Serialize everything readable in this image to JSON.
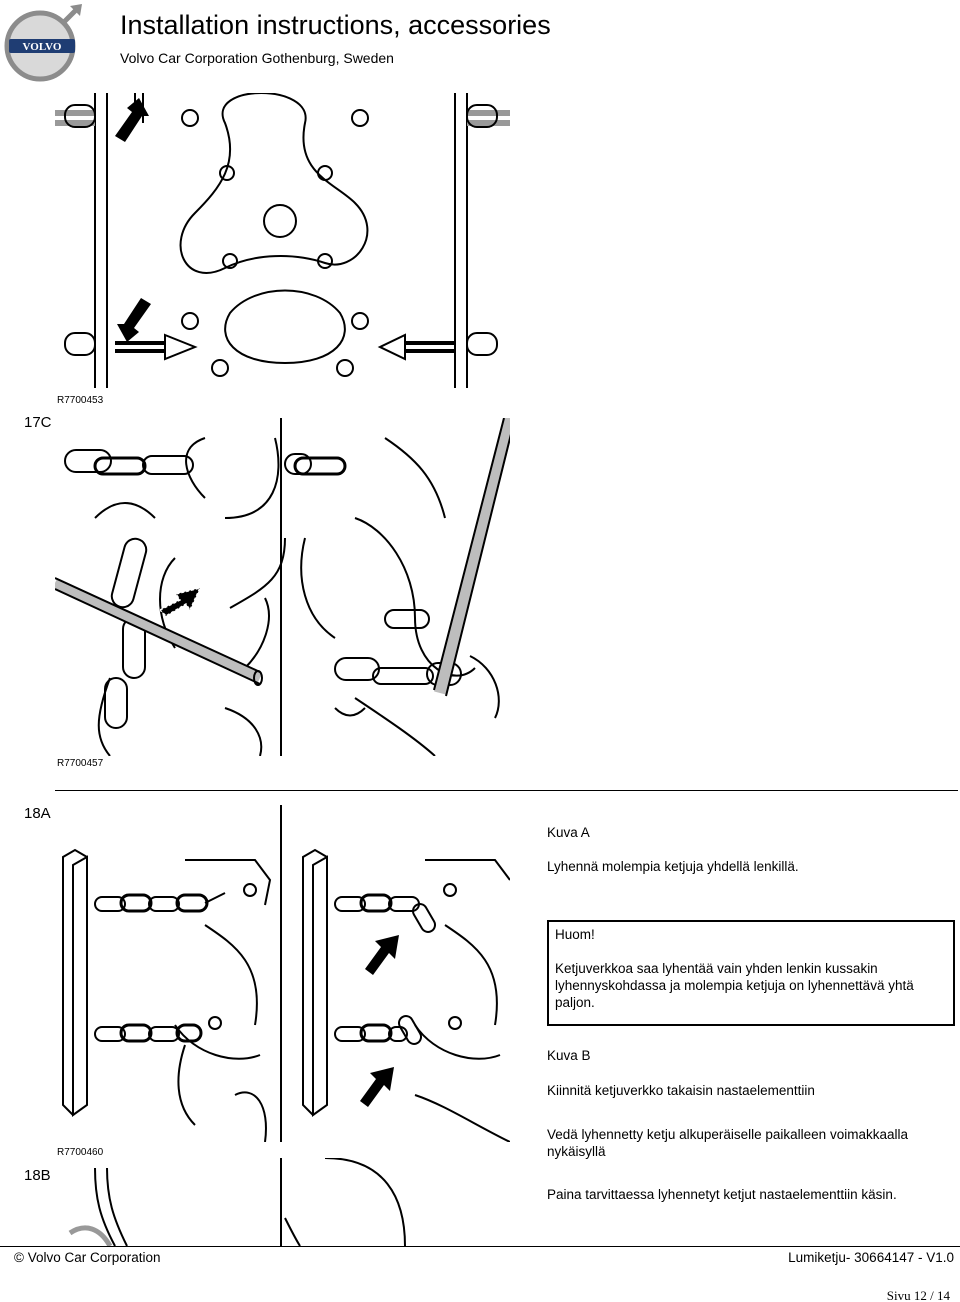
{
  "header": {
    "title": "Installation instructions, accessories",
    "subtitle": "Volvo Car Corporation Gothenburg, Sweden",
    "logo_text": "VOLVO"
  },
  "steps": {
    "step_17c": {
      "label": "17C",
      "figure_ref": "R7700453"
    },
    "step_18a": {
      "label": "18A",
      "figure_ref": "R7700457"
    },
    "step_18b": {
      "label": "18B",
      "figure_ref": "R7700460"
    }
  },
  "instructions": {
    "kuva_a_heading": "Kuva A",
    "kuva_a_text": "Lyhennä molempia ketjuja yhdellä lenkillä.",
    "note": {
      "title": "Huom!",
      "text": "Ketjuverkkoa saa lyhentää vain yhden lenkin kussakin lyhennyskohdassa ja molempia ketjuja on lyhennettävä yhtä paljon."
    },
    "kuva_b_heading": "Kuva B",
    "kuva_b_text_1": "Kiinnitä ketjuverkko takaisin nastaelementtiin",
    "kuva_b_text_2": "Vedä lyhennetty ketju alkuperäiselle paikalleen voimakkaalla nykäisyllä",
    "kuva_b_text_3": "Paina tarvittaessa lyhennetyt ketjut nastaelementtiin käsin."
  },
  "footer": {
    "copyright": "© Volvo Car Corporation",
    "doc_id": "Lumiketju- 30664147 - V1.0",
    "page": "Sivu 12 / 14"
  },
  "icons": {
    "logo": "volvo-logo-icon",
    "arrow": "pointer-arrow-icon"
  }
}
